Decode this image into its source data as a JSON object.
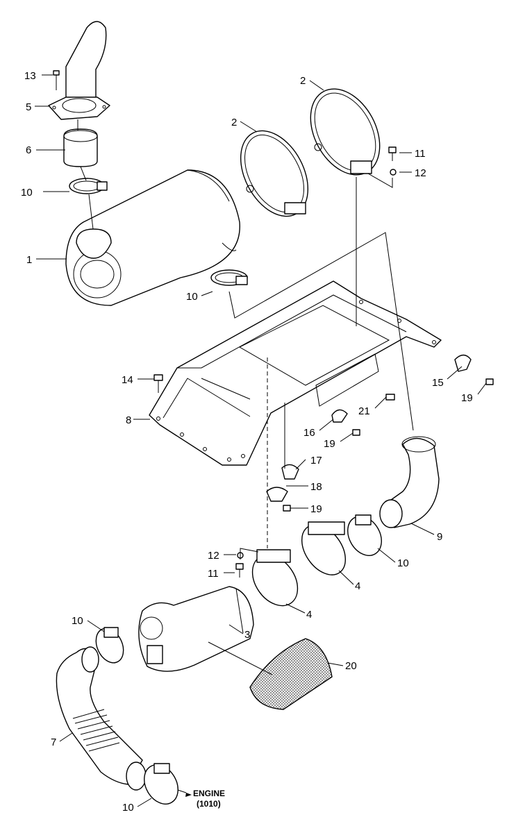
{
  "callouts": {
    "c13": "13",
    "c5": "5",
    "c6": "6",
    "c10a": "10",
    "c1": "1",
    "c10b": "10",
    "c2a": "2",
    "c2b": "2",
    "c11a": "11",
    "c12a": "12",
    "c14": "14",
    "c8": "8",
    "c15": "15",
    "c19a": "19",
    "c21": "21",
    "c16": "16",
    "c19b": "19",
    "c17": "17",
    "c18": "18",
    "c19c": "19",
    "c9": "9",
    "c12b": "12",
    "c11b": "11",
    "c4a": "4",
    "c4b": "4",
    "c10c": "10",
    "c10d": "10",
    "c3": "3",
    "c20": "20",
    "c7": "7",
    "c10e": "10"
  },
  "engine_note": {
    "line1": "ENGINE",
    "line2": "(1010)"
  }
}
